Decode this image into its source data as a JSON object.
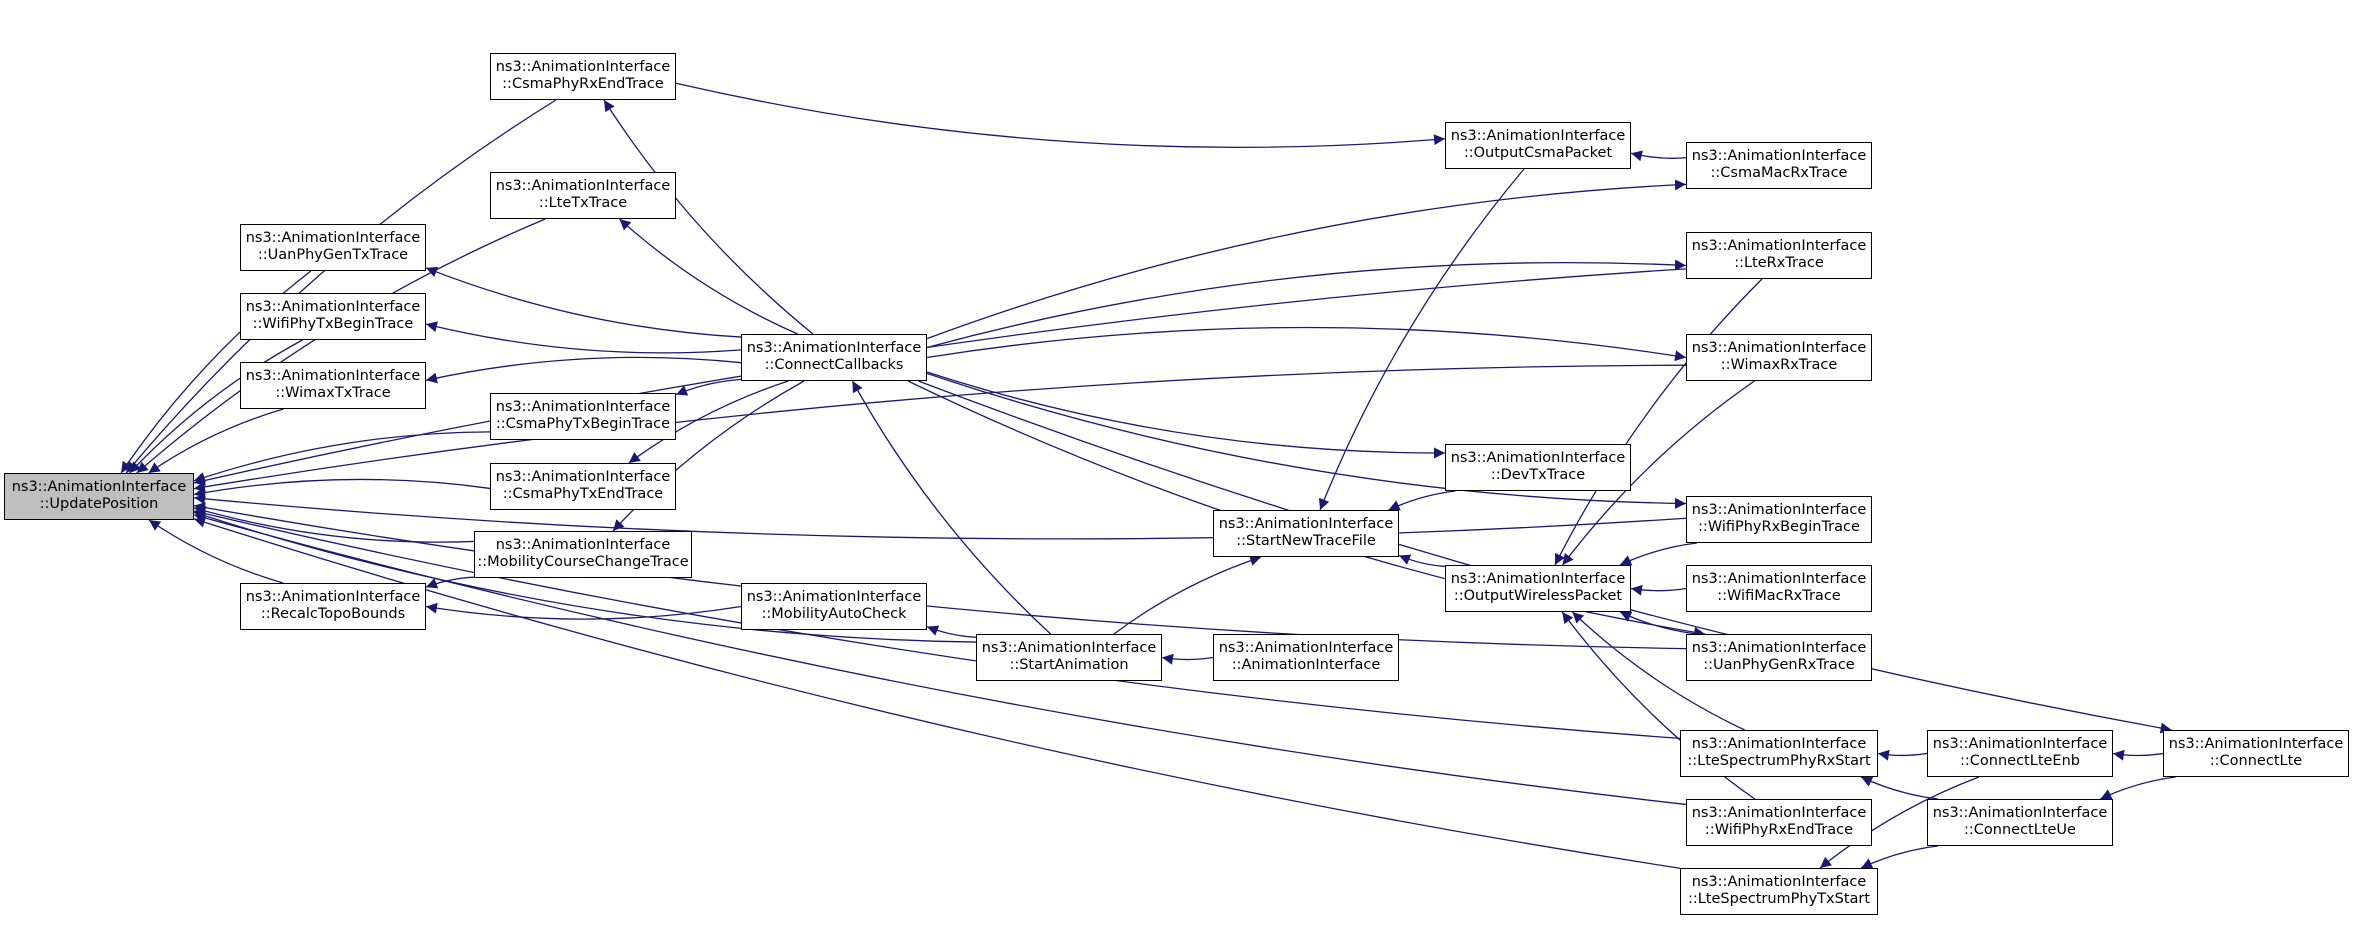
{
  "colors": {
    "edge": "#191970",
    "node_border": "#000000",
    "focus_fill": "#bfbfbf",
    "node_fill": "#ffffff"
  },
  "nodes": {
    "UpdatePosition": {
      "line1": "ns3::AnimationInterface",
      "line2": "::UpdatePosition"
    },
    "CsmaPhyRxEndTrace": {
      "line1": "ns3::AnimationInterface",
      "line2": "::CsmaPhyRxEndTrace"
    },
    "LteTxTrace": {
      "line1": "ns3::AnimationInterface",
      "line2": "::LteTxTrace"
    },
    "UanPhyGenTxTrace": {
      "line1": "ns3::AnimationInterface",
      "line2": "::UanPhyGenTxTrace"
    },
    "WifiPhyTxBeginTrace": {
      "line1": "ns3::AnimationInterface",
      "line2": "::WifiPhyTxBeginTrace"
    },
    "WimaxTxTrace": {
      "line1": "ns3::AnimationInterface",
      "line2": "::WimaxTxTrace"
    },
    "CsmaPhyTxBeginTrace": {
      "line1": "ns3::AnimationInterface",
      "line2": "::CsmaPhyTxBeginTrace"
    },
    "CsmaPhyTxEndTrace": {
      "line1": "ns3::AnimationInterface",
      "line2": "::CsmaPhyTxEndTrace"
    },
    "MobilityCourseChangeTrace": {
      "line1": "ns3::AnimationInterface",
      "line2": "::MobilityCourseChangeTrace"
    },
    "RecalcTopoBounds": {
      "line1": "ns3::AnimationInterface",
      "line2": "::RecalcTopoBounds"
    },
    "MobilityAutoCheck": {
      "line1": "ns3::AnimationInterface",
      "line2": "::MobilityAutoCheck"
    },
    "ConnectCallbacks": {
      "line1": "ns3::AnimationInterface",
      "line2": "::ConnectCallbacks"
    },
    "StartAnimation": {
      "line1": "ns3::AnimationInterface",
      "line2": "::StartAnimation"
    },
    "AnimationInterface": {
      "line1": "ns3::AnimationInterface",
      "line2": "::AnimationInterface"
    },
    "StartNewTraceFile": {
      "line1": "ns3::AnimationInterface",
      "line2": "::StartNewTraceFile"
    },
    "OutputCsmaPacket": {
      "line1": "ns3::AnimationInterface",
      "line2": "::OutputCsmaPacket"
    },
    "DevTxTrace": {
      "line1": "ns3::AnimationInterface",
      "line2": "::DevTxTrace"
    },
    "OutputWirelessPacket": {
      "line1": "ns3::AnimationInterface",
      "line2": "::OutputWirelessPacket"
    },
    "CsmaMacRxTrace": {
      "line1": "ns3::AnimationInterface",
      "line2": "::CsmaMacRxTrace"
    },
    "LteRxTrace": {
      "line1": "ns3::AnimationInterface",
      "line2": "::LteRxTrace"
    },
    "WimaxRxTrace": {
      "line1": "ns3::AnimationInterface",
      "line2": "::WimaxRxTrace"
    },
    "WifiPhyRxBeginTrace": {
      "line1": "ns3::AnimationInterface",
      "line2": "::WifiPhyRxBeginTrace"
    },
    "WifiMacRxTrace": {
      "line1": "ns3::AnimationInterface",
      "line2": "::WifiMacRxTrace"
    },
    "UanPhyGenRxTrace": {
      "line1": "ns3::AnimationInterface",
      "line2": "::UanPhyGenRxTrace"
    },
    "LteSpectrumPhyRxStart": {
      "line1": "ns3::AnimationInterface",
      "line2": "::LteSpectrumPhyRxStart"
    },
    "WifiPhyRxEndTrace": {
      "line1": "ns3::AnimationInterface",
      "line2": "::WifiPhyRxEndTrace"
    },
    "LteSpectrumPhyTxStart": {
      "line1": "ns3::AnimationInterface",
      "line2": "::LteSpectrumPhyTxStart"
    },
    "ConnectLteEnb": {
      "line1": "ns3::AnimationInterface",
      "line2": "::ConnectLteEnb"
    },
    "ConnectLteUe": {
      "line1": "ns3::AnimationInterface",
      "line2": "::ConnectLteUe"
    },
    "ConnectLte": {
      "line1": "ns3::AnimationInterface",
      "line2": "::ConnectLte"
    }
  },
  "edges": [
    [
      "CsmaPhyRxEndTrace",
      "UpdatePosition"
    ],
    [
      "LteTxTrace",
      "UpdatePosition"
    ],
    [
      "UanPhyGenTxTrace",
      "UpdatePosition"
    ],
    [
      "WifiPhyTxBeginTrace",
      "UpdatePosition"
    ],
    [
      "WimaxTxTrace",
      "UpdatePosition"
    ],
    [
      "CsmaPhyTxBeginTrace",
      "UpdatePosition"
    ],
    [
      "CsmaPhyTxEndTrace",
      "UpdatePosition"
    ],
    [
      "MobilityCourseChangeTrace",
      "UpdatePosition"
    ],
    [
      "RecalcTopoBounds",
      "UpdatePosition"
    ],
    [
      "StartAnimation",
      "UpdatePosition"
    ],
    [
      "LteRxTrace",
      "UpdatePosition"
    ],
    [
      "WimaxRxTrace",
      "UpdatePosition"
    ],
    [
      "WifiPhyRxBeginTrace",
      "UpdatePosition"
    ],
    [
      "UanPhyGenRxTrace",
      "UpdatePosition"
    ],
    [
      "LteSpectrumPhyRxStart",
      "UpdatePosition"
    ],
    [
      "WifiPhyRxEndTrace",
      "UpdatePosition"
    ],
    [
      "LteSpectrumPhyTxStart",
      "UpdatePosition"
    ],
    [
      "ConnectCallbacks",
      "CsmaPhyRxEndTrace"
    ],
    [
      "ConnectCallbacks",
      "LteTxTrace"
    ],
    [
      "ConnectCallbacks",
      "UanPhyGenTxTrace"
    ],
    [
      "ConnectCallbacks",
      "WifiPhyTxBeginTrace"
    ],
    [
      "ConnectCallbacks",
      "WimaxTxTrace"
    ],
    [
      "ConnectCallbacks",
      "CsmaPhyTxBeginTrace"
    ],
    [
      "ConnectCallbacks",
      "CsmaPhyTxEndTrace"
    ],
    [
      "ConnectCallbacks",
      "MobilityCourseChangeTrace"
    ],
    [
      "ConnectCallbacks",
      "CsmaMacRxTrace"
    ],
    [
      "ConnectCallbacks",
      "LteRxTrace"
    ],
    [
      "ConnectCallbacks",
      "WimaxRxTrace"
    ],
    [
      "ConnectCallbacks",
      "DevTxTrace"
    ],
    [
      "ConnectCallbacks",
      "WifiPhyRxBeginTrace"
    ],
    [
      "ConnectCallbacks",
      "UanPhyGenRxTrace"
    ],
    [
      "ConnectCallbacks",
      "ConnectLte"
    ],
    [
      "StartAnimation",
      "ConnectCallbacks"
    ],
    [
      "MobilityCourseChangeTrace",
      "RecalcTopoBounds"
    ],
    [
      "MobilityAutoCheck",
      "RecalcTopoBounds"
    ],
    [
      "StartAnimation",
      "MobilityAutoCheck"
    ],
    [
      "AnimationInterface",
      "StartAnimation"
    ],
    [
      "StartAnimation",
      "StartNewTraceFile"
    ],
    [
      "DevTxTrace",
      "StartNewTraceFile"
    ],
    [
      "OutputCsmaPacket",
      "StartNewTraceFile"
    ],
    [
      "OutputWirelessPacket",
      "StartNewTraceFile"
    ],
    [
      "CsmaPhyRxEndTrace",
      "OutputCsmaPacket"
    ],
    [
      "CsmaMacRxTrace",
      "OutputCsmaPacket"
    ],
    [
      "LteRxTrace",
      "OutputWirelessPacket"
    ],
    [
      "WimaxRxTrace",
      "OutputWirelessPacket"
    ],
    [
      "WifiPhyRxBeginTrace",
      "OutputWirelessPacket"
    ],
    [
      "WifiMacRxTrace",
      "OutputWirelessPacket"
    ],
    [
      "UanPhyGenRxTrace",
      "OutputWirelessPacket"
    ],
    [
      "LteSpectrumPhyRxStart",
      "OutputWirelessPacket"
    ],
    [
      "WifiPhyRxEndTrace",
      "OutputWirelessPacket"
    ],
    [
      "ConnectLteEnb",
      "LteSpectrumPhyRxStart"
    ],
    [
      "ConnectLteUe",
      "LteSpectrumPhyRxStart"
    ],
    [
      "ConnectLteEnb",
      "LteSpectrumPhyTxStart"
    ],
    [
      "ConnectLteUe",
      "LteSpectrumPhyTxStart"
    ],
    [
      "ConnectLte",
      "ConnectLteEnb"
    ],
    [
      "ConnectLte",
      "ConnectLteUe"
    ]
  ]
}
